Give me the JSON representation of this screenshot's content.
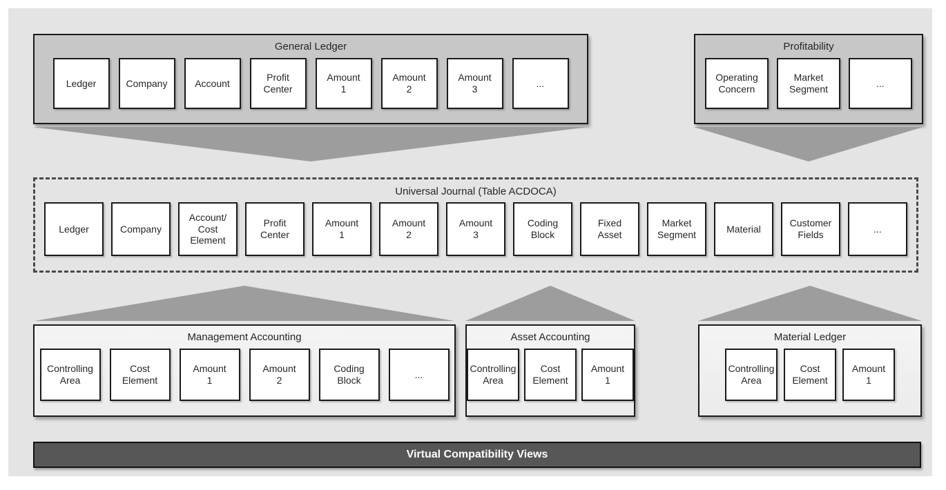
{
  "colors": {
    "page_bg": "#ffffff",
    "panel_bg": "#e4e4e4",
    "source_container_fill": "#c7c7c7",
    "target_container_fill": "#ebebeb",
    "field_fill": "#ffffff",
    "border": "#1a1a1a",
    "dashed_border": "#4a4a4a",
    "arrow": "#9d9d9d",
    "bar_fill": "#575757",
    "bar_text": "#ffffff",
    "text": "#262626"
  },
  "top_sections": [
    {
      "title": "General Ledger",
      "fields": [
        "Ledger",
        "Company",
        "Account",
        "Profit\nCenter",
        "Amount\n1",
        "Amount\n2",
        "Amount\n3",
        "..."
      ]
    },
    {
      "title": "Profitability",
      "fields": [
        "Operating\nConcern",
        "Market\nSegment",
        "..."
      ]
    }
  ],
  "universal_journal": {
    "title": "Universal Journal (Table ACDOCA)",
    "fields": [
      "Ledger",
      "Company",
      "Account/\nCost\nElement",
      "Profit\nCenter",
      "Amount\n1",
      "Amount\n2",
      "Amount\n3",
      "Coding\nBlock",
      "Fixed\nAsset",
      "Market\nSegment",
      "Material",
      "Customer\nFields",
      "..."
    ]
  },
  "bottom_sections": [
    {
      "title": "Management Accounting",
      "fields": [
        "Controlling\nArea",
        "Cost\nElement",
        "Amount\n1",
        "Amount\n2",
        "Coding\nBlock",
        "..."
      ]
    },
    {
      "title": "Asset Accounting",
      "fields": [
        "Controlling\nArea",
        "Cost\nElement",
        "Amount\n1"
      ]
    },
    {
      "title": "Material Ledger",
      "fields": [
        "Controlling\nArea",
        "Cost\nElement",
        "Amount\n1"
      ]
    }
  ],
  "footer_bar": {
    "label": "Virtual Compatibility Views"
  }
}
